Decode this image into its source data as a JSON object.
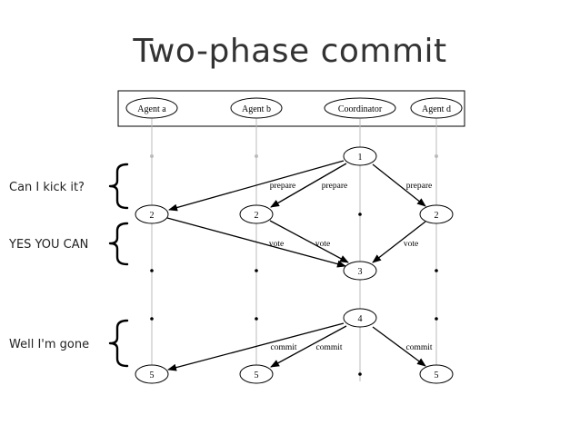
{
  "title": "Two-phase commit",
  "participants": [
    "Agent a",
    "Agent b",
    "Coordinator",
    "Agent d"
  ],
  "phase_labels": [
    "Can I kick it?",
    "YES YOU CAN",
    "Well I'm gone"
  ],
  "node_numbers": [
    "1",
    "2",
    "3",
    "4",
    "5"
  ],
  "message_labels": {
    "prepare": "prepare",
    "vote": "vote",
    "commit": "commit"
  }
}
